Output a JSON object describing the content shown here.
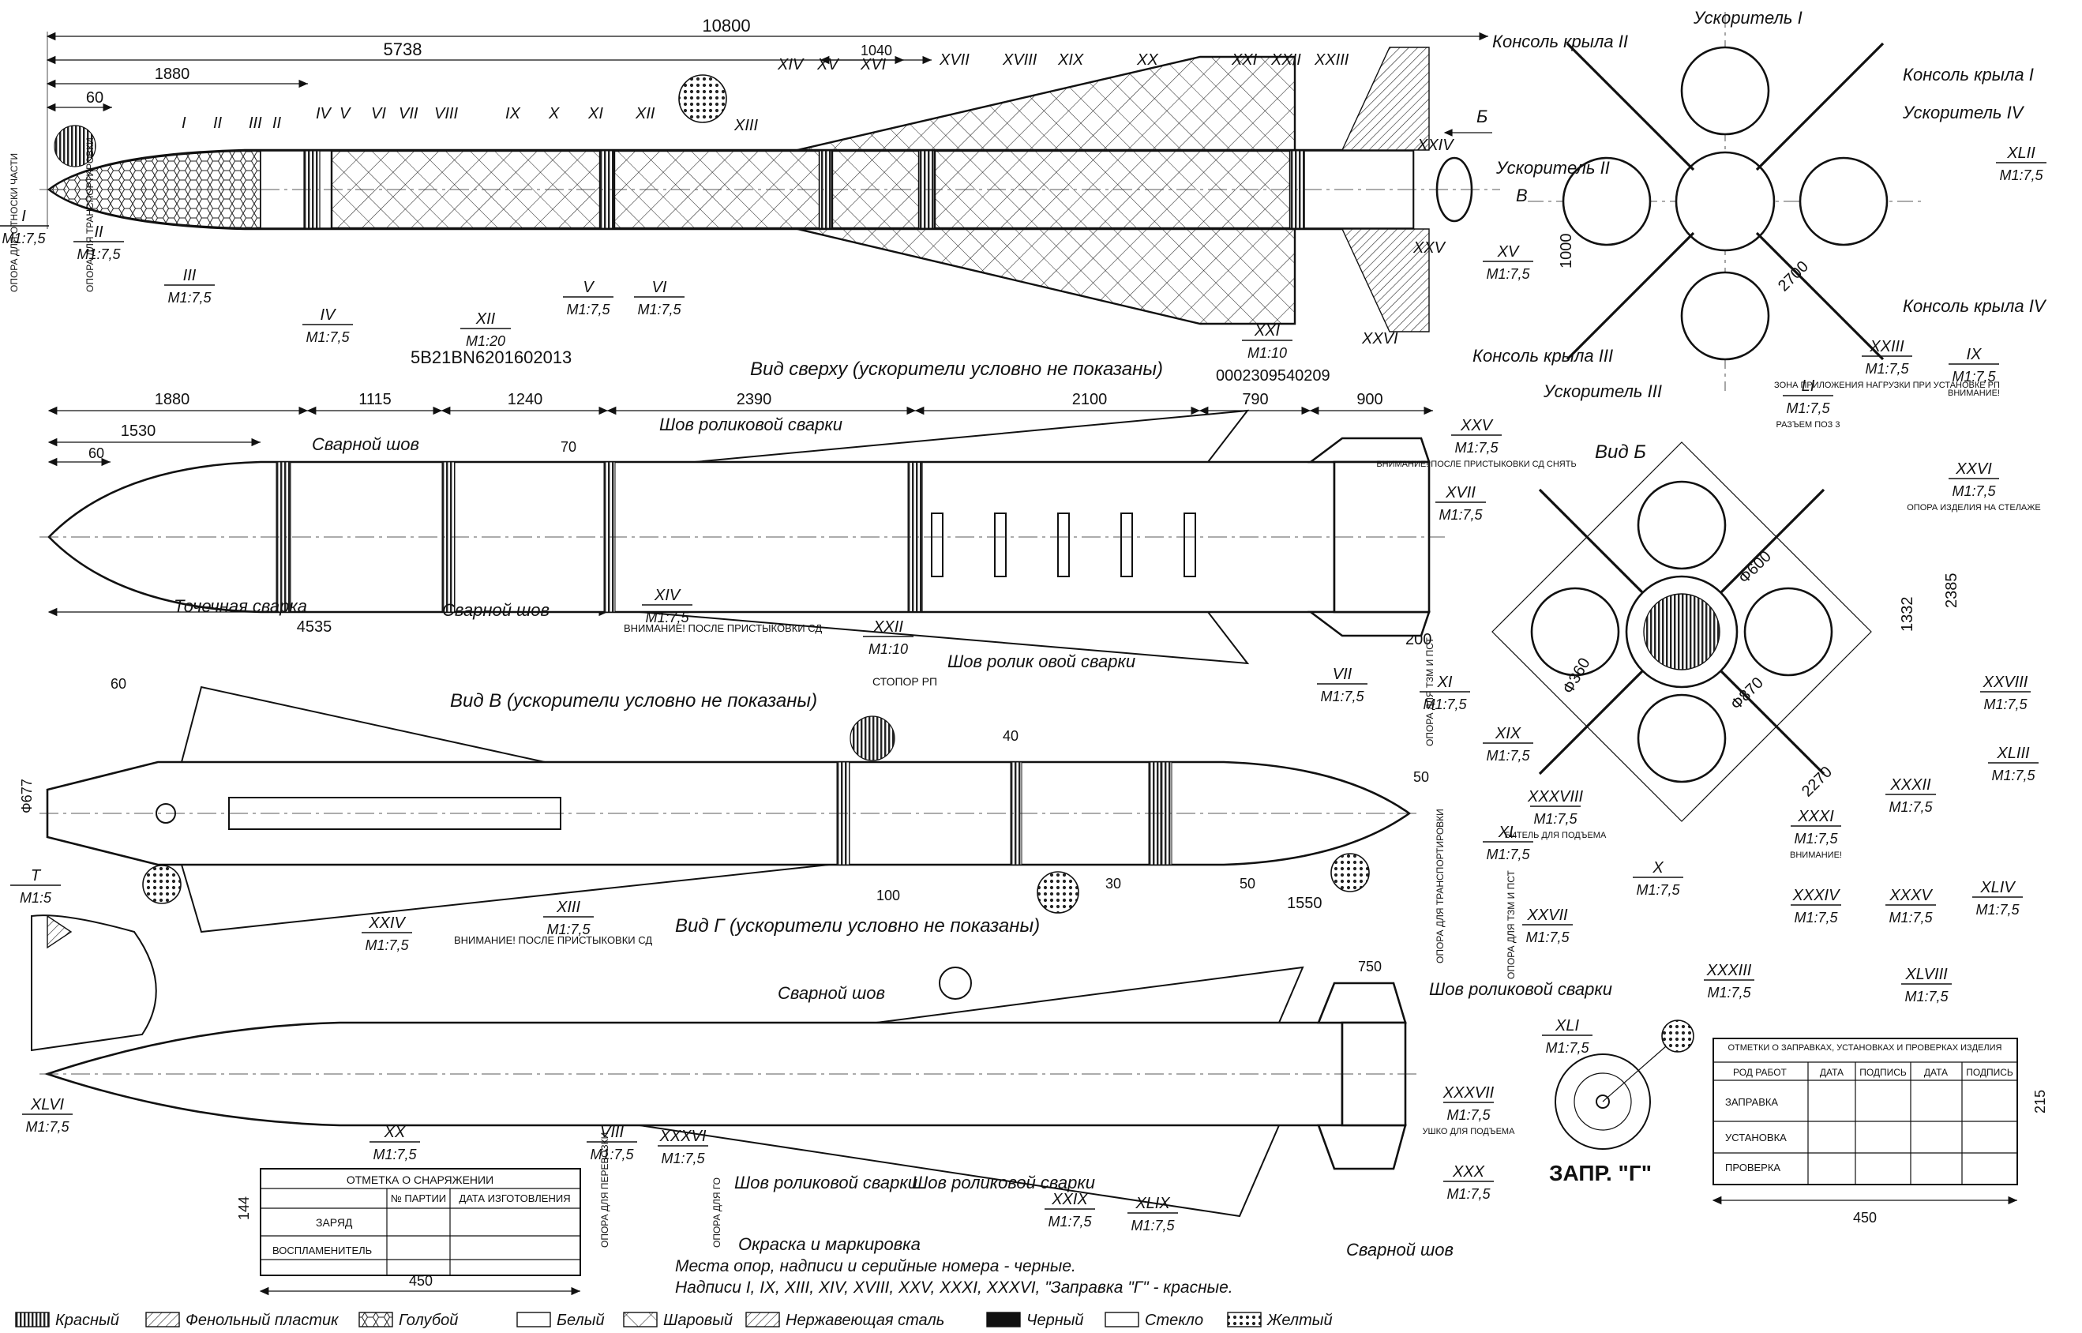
{
  "dims_top": {
    "overall_length": "10800",
    "d5738": "5738",
    "d1880": "1880",
    "d60": "60",
    "d1040": "1040"
  },
  "view_top_title": "Вид сверху (ускорители условно не показаны)",
  "view_side_title": "Вид Б",
  "view_v_title": "Вид В (ускорители условно не показаны)",
  "view_g_title": "Вид Г (ускорители условно не показаны)",
  "view_b_label": "Б",
  "view_v_label": "В",
  "serial_top": "5B21BN6201602013",
  "serial_top2": "0002309540209",
  "roman_top": [
    "I",
    "II",
    "III",
    "II",
    "IV",
    "V",
    "VI",
    "VII",
    "VIII",
    "IX",
    "X",
    "XI",
    "XII",
    "XIII",
    "XIV",
    "XV",
    "XVI",
    "XVII",
    "XVIII",
    "XIX",
    "XX",
    "XXI",
    "XXII",
    "XXIII",
    "XXIV",
    "XXV",
    "XXVI"
  ],
  "front_labels": {
    "booster1": "Ускоритель I",
    "booster2": "Ускоритель II",
    "booster3": "Ускоритель III",
    "booster4": "Ускоритель IV",
    "wing1": "Консоль крыла I",
    "wing2": "Консоль крыла II",
    "wing3": "Консоль крыла III",
    "wing4": "Консоль крыла IV",
    "d1000": "1000",
    "d2700": "2700",
    "d2270": "2270",
    "d1332": "1332",
    "d2385": "2385",
    "phi600": "Ф600",
    "phi360": "Ф360",
    "phi870": "Ф870",
    "phi677": "Ф677"
  },
  "side_dims": {
    "d1880": "1880",
    "d1115": "1115",
    "d1240": "1240",
    "d2390": "2390",
    "d2100": "2100",
    "d790": "790",
    "d900": "900",
    "d1530": "1530",
    "d60": "60",
    "d70": "70",
    "d4535": "4535",
    "d50": "50",
    "d200": "200"
  },
  "side_notes": {
    "weld": "Сварной шов",
    "spot": "Точечная сварка",
    "roller": "Шов роликовой сварки",
    "roller2": "Шов ролик овой сварки",
    "stopper": "СТОПОР РП"
  },
  "v_dims": {
    "d60": "60",
    "d40": "40",
    "d100": "100",
    "d30": "30",
    "d50": "50",
    "d1550": "1550",
    "d50b": "50"
  },
  "g_dims": {
    "d750": "750",
    "d144": "144",
    "d450": "450"
  },
  "g_notes": {
    "weld": "Сварной шов",
    "roller_a": "Шов роликовой сварки",
    "roller_b": "Шов роликовой сварки",
    "roller_c": "Шов роликовой сварки",
    "weld_b": "Сварной шов"
  },
  "charge_table": {
    "title": "ОТМЕТКА О СНАРЯЖЕНИИ",
    "h1": "№ ПАРТИИ",
    "h2": "ДАТА ИЗГОТОВЛЕНИЯ",
    "r1": "ЗАРЯД",
    "r2": "ВОСПЛАМЕНИТЕЛЬ"
  },
  "fuel_table": {
    "title": "ОТМЕТКИ О ЗАПРАВКАХ, УСТАНОВКАХ И ПРОВЕРКАХ ИЗДЕЛИЯ",
    "h1": "РОД РАБОТ",
    "h2": "ДАТА",
    "h3": "ПОДПИСЬ",
    "h4": "ДАТА",
    "h5": "ПОДПИСЬ",
    "r1": "ЗАПРАВКА",
    "r2": "УСТАНОВКА",
    "r3": "ПРОВЕРКА",
    "d215": "215",
    "d450": "450"
  },
  "zapr_label": "ЗАПР. \"Г\"",
  "paint": {
    "title": "Окраска и маркировка",
    "line1": "Места опор, надписи и серийные номера  - черные.",
    "line2": "Надписи I, IX, XIII, XIV, XVIII, XXV, XXXI, XXXVI, \"Заправка \"Г\"  - красные."
  },
  "legend": [
    "Красный",
    "Фенольный пластик",
    "Голубой",
    "Белый",
    "Шаровый",
    "Нержавеющая сталь",
    "Черный",
    "Стекло",
    "Желтый"
  ],
  "scales": {
    "s1": "М1:7,5",
    "s2": "М1:20",
    "s3": "М1:10",
    "s4": "М1:5"
  },
  "callouts_right": [
    {
      "num": "XV",
      "note": ""
    },
    {
      "num": "XXV",
      "note": "ВНИМАНИЕ! ПОСЛЕ ПРИСТЫКОВКИ СД СНЯТЬ"
    },
    {
      "num": "XVII",
      "note": ""
    },
    {
      "num": "XXVI",
      "note": "ОПОРА ИЗДЕЛИЯ НА СТЕЛАЖЕ"
    },
    {
      "num": "XI",
      "note": ""
    },
    {
      "num": "VII",
      "note": ""
    },
    {
      "num": "XIX",
      "note": ""
    },
    {
      "num": "XL",
      "note": ""
    },
    {
      "num": "XXVII",
      "note": ""
    },
    {
      "num": "XXXVIII",
      "note": "БИТЕЛЬ ДЛЯ ПОДЪЕМА"
    },
    {
      "num": "XXXI",
      "note": "ВНИМАНИЕ!"
    },
    {
      "num": "XXXII",
      "note": ""
    },
    {
      "num": "X",
      "note": ""
    },
    {
      "num": "XXXIV",
      "note": ""
    },
    {
      "num": "XXXV",
      "note": ""
    },
    {
      "num": "XLIV",
      "note": ""
    },
    {
      "num": "XXXIII",
      "note": ""
    },
    {
      "num": "XLVIII",
      "note": ""
    },
    {
      "num": "XLII",
      "note": ""
    },
    {
      "num": "IX",
      "note": "ВНИМАНИЕ!"
    },
    {
      "num": "XXIII",
      "note": "ЗОНА ПРИЛОЖЕНИЯ НАГРУЗКИ ПРИ УСТАНОВКЕ РП"
    },
    {
      "num": "LI",
      "note": "РАЗЪЕМ ПОЗ 3"
    },
    {
      "num": "XXVIII",
      "note": ""
    },
    {
      "num": "XLIII",
      "note": ""
    },
    {
      "num": "XLI",
      "note": ""
    },
    {
      "num": "XXXVII",
      "note": "УШКО ДЛЯ ПОДЪЕМА"
    },
    {
      "num": "XXX",
      "note": ""
    }
  ],
  "callouts_left": [
    {
      "num": "I",
      "scale": "М1:7,5"
    },
    {
      "num": "II",
      "scale": "М1:7,5"
    },
    {
      "num": "III",
      "scale": "М1:7,5"
    },
    {
      "num": "IV",
      "scale": "М1:7,5"
    },
    {
      "num": "V",
      "scale": "М1:7,5"
    },
    {
      "num": "VI",
      "scale": "М1:7,5"
    },
    {
      "num": "XII",
      "scale": "М1:20"
    },
    {
      "num": "XXI",
      "scale": "М1:10"
    },
    {
      "num": "XIV",
      "scale": "М1:7,5"
    },
    {
      "num": "XXII",
      "scale": "М1:10"
    },
    {
      "num": "T",
      "scale": "М1:5"
    },
    {
      "num": "XXIV",
      "scale": "М1:7,5"
    },
    {
      "num": "XIII",
      "scale": "М1:7,5"
    },
    {
      "num": "XLVI",
      "scale": "М1:7,5"
    },
    {
      "num": "XX",
      "scale": "М1:7,5"
    },
    {
      "num": "VIII",
      "scale": "М1:7,5"
    },
    {
      "num": "XXXVI",
      "scale": "М1:7,5"
    },
    {
      "num": "XXIX",
      "scale": "М1:7,5"
    },
    {
      "num": "XLIX",
      "scale": "М1:7,5"
    }
  ],
  "vertical_notes": {
    "support_nose": "ОПОРА ДЛЯ ОТНОСКИ ЧАСТИ",
    "support_transport": "ОПОРА ДЛЯ ТРАНСПОРТИРОВКИ",
    "support_v": "ОПОРА ДЛЯ ТЗМ И ПСТ",
    "support_g1": "ОПОРА ДЛЯ ПЕРЕВОЗКИ",
    "support_g2": "ОПОРА ДЛЯ ГО",
    "support_xlvii": "ОПОРА ДЛЯ ТРАНСПОРТИРОВКИ",
    "support_xl": "ОПОРА ДЛЯ ТЗМ И ПСТ"
  },
  "warning_note": "ВНИМАНИЕ! ПОСЛЕ ПРИСТЫКОВКИ СД"
}
